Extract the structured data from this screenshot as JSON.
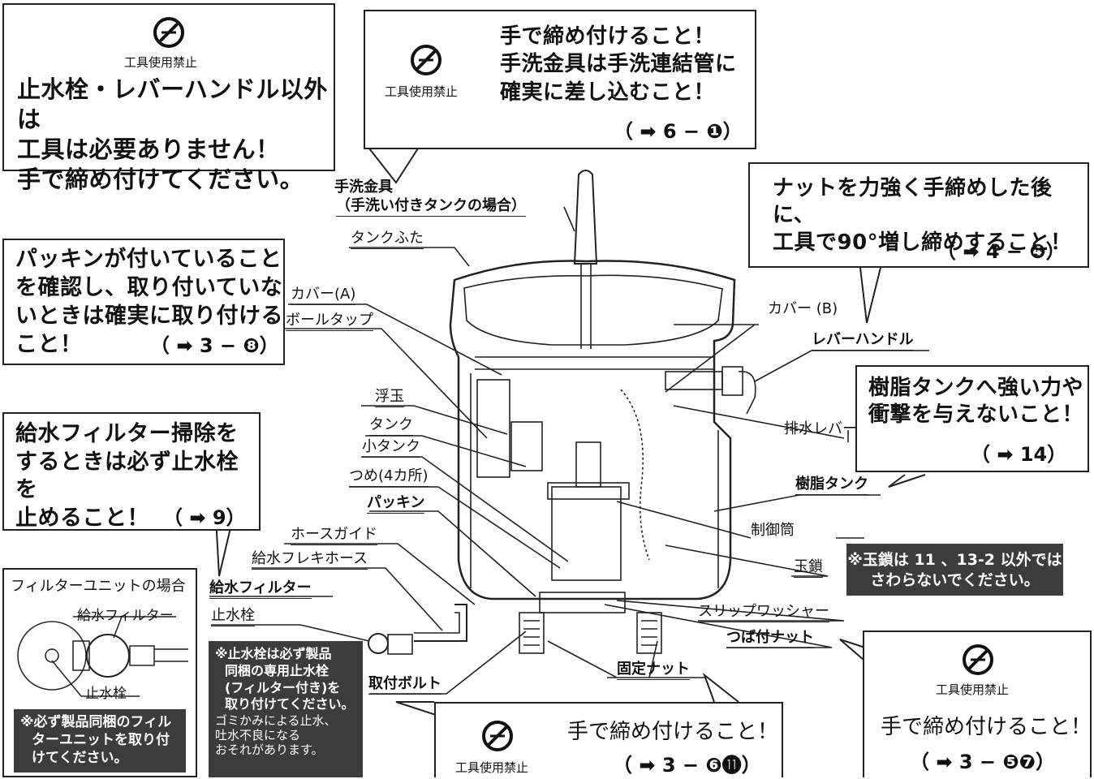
{
  "notes": {
    "tool_free_top_left": {
      "badge": "工具使用禁止",
      "lines": [
        "止水栓・レバーハンドル以外は",
        "工具は必要ありません！",
        "手で締め付けてください。"
      ]
    },
    "hand_wash_fitting": {
      "badge": "工具使用禁止",
      "lines": [
        "手で締め付けること！",
        "手洗金具は手洗連結管に",
        "確実に差し込むこと！"
      ],
      "ref": "（ ➡ 6 − ❶）"
    },
    "nut_tighten": {
      "lines": [
        "ナットを力強く手締めした後に、",
        "工具で90°増し締めすること！"
      ],
      "ref": "（ ➡ 4 − ❹）"
    },
    "packing": {
      "lines": [
        "パッキンが付いていること",
        "を確認し、取り付いていな",
        "いときは確実に取り付ける",
        "こと！"
      ],
      "ref": "（ ➡ 3 − ❽）"
    },
    "filter_cleaning": {
      "lines": [
        "給水フィルター掃除を",
        "するときは必ず止水栓を",
        "止めること！"
      ],
      "ref": "（ ➡ 9）"
    },
    "resin_tank": {
      "lines": [
        "樹脂タンクへ強い力や",
        "衝撃を与えないこと！"
      ],
      "ref": "（ ➡ 14）"
    },
    "fixing_nut": {
      "badge": "工具使用禁止",
      "line": "手で締め付けること！",
      "ref": "（ ➡ 3 − ❻⓫）"
    },
    "flange_nut": {
      "badge": "工具使用禁止",
      "line": "手で締め付けること！",
      "ref": "（ ➡ 3 − ❺❼）"
    },
    "chain_warning": {
      "lines": [
        "※玉鎖は 11 、13-2 以外では",
        "さわらないでください。"
      ]
    },
    "stop_valve_warning": {
      "bold_lines": [
        "※止水栓は必ず製品",
        "同梱の専用止水栓",
        "(フィルター付き)を",
        "取り付けてください。"
      ],
      "normal_lines": [
        "ゴミかみによる止水、",
        "吐水不良になる",
        "おそれがあります。"
      ]
    }
  },
  "filter_unit": {
    "title": "フィルターユニットの場合",
    "label_filter": "給水フィルター",
    "label_valve": "止水栓",
    "warning_lines": [
      "※必ず製品同梱のフィル",
      "ターユニットを取り付",
      "けてください。"
    ]
  },
  "labels": {
    "hand_wash_fitting": "手洗金具",
    "hand_wash_fitting_note": "（手洗い付きタンクの場合）",
    "tank_lid": "タンクふた",
    "cover_a": "カバー(A)",
    "ball_tap": "ボールタップ",
    "float": "浮玉",
    "tank": "タンク",
    "small_tank": "小タンク",
    "claws": "つめ(4カ所)",
    "packing": "パッキン",
    "hose_guide": "ホースガイド",
    "flexible_hose": "給水フレキホース",
    "water_filter": "給水フィルター",
    "stop_valve": "止水栓",
    "mounting_bolt": "取付ボルト",
    "fixing_nut": "固定ナット",
    "cover_b": "カバー (B)",
    "lever_handle": "レバーハンドル",
    "drain_lever": "排水レバー",
    "resin_tank": "樹脂タンク",
    "control_cylinder": "制御筒",
    "ball_chain": "玉鎖",
    "slip_washer": "スリップワッシャー",
    "flange_nut": "つば付ナット"
  },
  "colors": {
    "line": "#222222",
    "dark_panel": "#3c3c3c",
    "white": "#ffffff"
  }
}
